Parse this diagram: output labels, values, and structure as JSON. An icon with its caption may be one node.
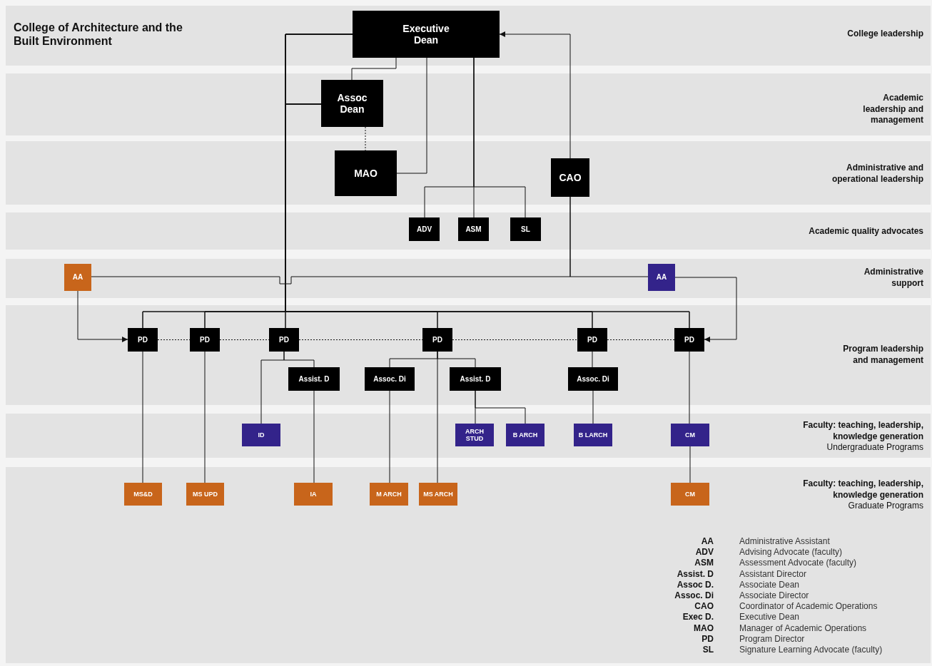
{
  "diagram": {
    "title": "College of Architecture and the Built Environment",
    "nodes": [
      {
        "text": [
          "Executive Dean"
        ]
      },
      {
        "text": [
          "Assoc Dean"
        ]
      },
      {
        "text": [
          "MAO"
        ]
      },
      {
        "text": [
          "CAO"
        ]
      },
      {
        "text": [
          "ADV"
        ]
      },
      {
        "text": [
          "ASM"
        ]
      },
      {
        "text": [
          "SL"
        ]
      },
      {
        "text": [
          "AA"
        ]
      },
      {
        "text": [
          "AA"
        ]
      },
      {
        "text": [
          "PD"
        ]
      },
      {
        "text": [
          "PD"
        ]
      },
      {
        "text": [
          "PD"
        ]
      },
      {
        "text": [
          "PD"
        ]
      },
      {
        "text": [
          "PD"
        ]
      },
      {
        "text": [
          "PD"
        ]
      },
      {
        "text": [
          "Assist. D"
        ]
      },
      {
        "text": [
          "Assoc. Di"
        ]
      },
      {
        "text": [
          "Assist. D"
        ]
      },
      {
        "text": [
          "Assoc. Di"
        ]
      },
      {
        "text": [
          "ID"
        ]
      },
      {
        "text": [
          "ARCH STUD"
        ]
      },
      {
        "text": [
          "B ARCH"
        ]
      },
      {
        "text": [
          "B LARCH"
        ]
      },
      {
        "text": [
          "CM"
        ]
      },
      {
        "text": [
          "MS&D"
        ]
      },
      {
        "text": [
          "MS UPD"
        ]
      },
      {
        "text": [
          "IA"
        ]
      },
      {
        "text": [
          "M ARCH"
        ]
      },
      {
        "text": [
          "MS ARCH"
        ]
      },
      {
        "text": [
          "CM"
        ]
      }
    ],
    "edges": [
      {
        "from": 0,
        "to": 1,
        "arrow": "none"
      },
      {
        "from": 1,
        "to": 2,
        "arrow": "none",
        "style": "dashed"
      },
      {
        "from": 0,
        "to": 2,
        "arrow": "none"
      },
      {
        "from": 0,
        "to": 5,
        "arrow": "none"
      },
      {
        "from": 0,
        "to": 4,
        "arrow": "none"
      },
      {
        "from": 0,
        "to": 6,
        "arrow": "none"
      },
      {
        "from": 3,
        "to": 0,
        "arrow": "to"
      },
      {
        "from": 0,
        "to": 9,
        "arrow": "none"
      },
      {
        "from": 0,
        "to": 10,
        "arrow": "none"
      },
      {
        "from": 0,
        "to": 11,
        "arrow": "none"
      },
      {
        "from": 0,
        "to": 12,
        "arrow": "none"
      },
      {
        "from": 0,
        "to": 13,
        "arrow": "none"
      },
      {
        "from": 0,
        "to": 14,
        "arrow": "none"
      },
      {
        "from": 1,
        "to": 9,
        "arrow": "none"
      },
      {
        "from": 1,
        "to": 10,
        "arrow": "none"
      },
      {
        "from": 1,
        "to": 11,
        "arrow": "none"
      },
      {
        "from": 1,
        "to": 12,
        "arrow": "none"
      },
      {
        "from": 1,
        "to": 13,
        "arrow": "none"
      },
      {
        "from": 1,
        "to": 14,
        "arrow": "none"
      },
      {
        "from": 3,
        "to": 7,
        "arrow": "none"
      },
      {
        "from": 3,
        "to": 8,
        "arrow": "none"
      },
      {
        "from": 7,
        "to": 9,
        "arrow": "to"
      },
      {
        "from": 8,
        "to": 14,
        "arrow": "to"
      },
      {
        "from": 9,
        "to": 10,
        "arrow": "none",
        "style": "dashed"
      },
      {
        "from": 10,
        "to": 11,
        "arrow": "none",
        "style": "dashed"
      },
      {
        "from": 11,
        "to": 12,
        "arrow": "none",
        "style": "dashed"
      },
      {
        "from": 12,
        "to": 13,
        "arrow": "none",
        "style": "dashed"
      },
      {
        "from": 13,
        "to": 14,
        "arrow": "none",
        "style": "dashed"
      },
      {
        "from": 9,
        "to": 24,
        "arrow": "none"
      },
      {
        "from": 10,
        "to": 25,
        "arrow": "none"
      },
      {
        "from": 11,
        "to": 19,
        "arrow": "none"
      },
      {
        "from": 11,
        "to": 15,
        "arrow": "none"
      },
      {
        "from": 15,
        "to": 26,
        "arrow": "none"
      },
      {
        "from": 12,
        "to": 16,
        "arrow": "none"
      },
      {
        "from": 12,
        "to": 17,
        "arrow": "none"
      },
      {
        "from": 16,
        "to": 27,
        "arrow": "none"
      },
      {
        "from": 12,
        "to": 28,
        "arrow": "none"
      },
      {
        "from": 17,
        "to": 20,
        "arrow": "none"
      },
      {
        "from": 17,
        "to": 21,
        "arrow": "none"
      },
      {
        "from": 13,
        "to": 18,
        "arrow": "none"
      },
      {
        "from": 18,
        "to": 22,
        "arrow": "none"
      },
      {
        "from": 14,
        "to": 23,
        "arrow": "none"
      },
      {
        "from": 23,
        "to": 29,
        "arrow": "none"
      }
    ],
    "labels": [
      "College leadership",
      "Academic leadership and management",
      "Administrative and operational leadership",
      "Academic quality advocates",
      "Administrative support",
      "Program leadership and management",
      "Faculty: teaching, leadership, knowledge generation",
      "Undergraduate Programs",
      "Faculty: teaching, leadership, knowledge generation",
      "Graduate Programs",
      "AA",
      "Administrative Assistant",
      "ADV",
      "Advising Advocate (faculty)",
      "ASM",
      "Assessment Advocate (faculty)",
      "Assist. D",
      "Assistant Director",
      "Assoc D.",
      "Associate Dean",
      "Assoc. Di",
      "Associate Director",
      "CAO",
      "Coordinator of Academic Operations",
      "Exec D.",
      "Executive Dean",
      "MAO",
      "Manager of Academic Operations",
      "PD",
      "Program Director",
      "SL",
      "Signature Learning Advocate (faculty)"
    ]
  }
}
